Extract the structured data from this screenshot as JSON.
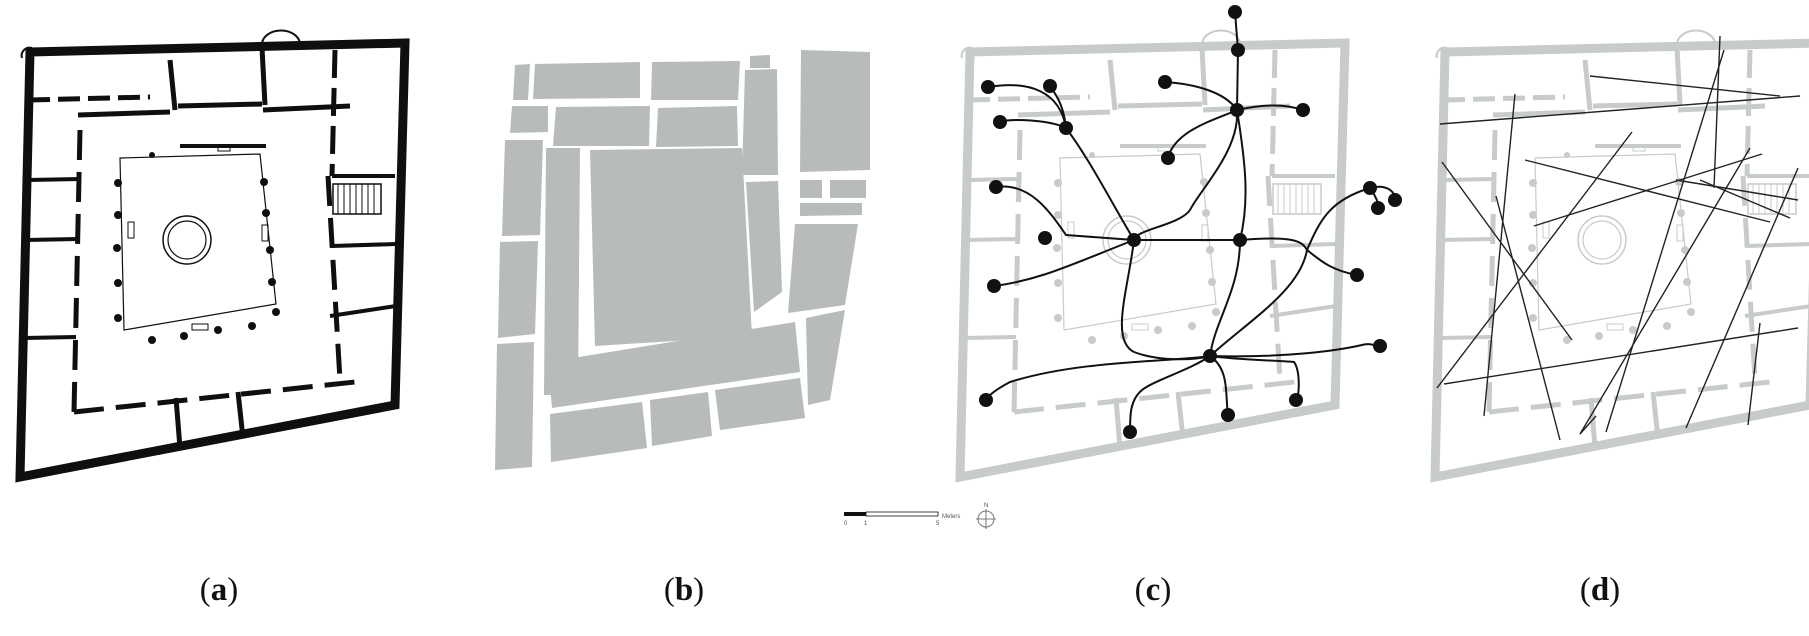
{
  "figure": {
    "panels": [
      {
        "id": "a",
        "letter": "a"
      },
      {
        "id": "b",
        "letter": "b"
      },
      {
        "id": "c",
        "letter": "c"
      },
      {
        "id": "d",
        "letter": "d"
      }
    ],
    "scale_bar": {
      "tick_labels": [
        "0",
        "1",
        "5"
      ],
      "unit": "Meters",
      "north_label": "N"
    }
  },
  "colors": {
    "wall_dark": "#0f0f0f",
    "wall_gray": "#c8cbcb",
    "block_gray": "#b7bbbb",
    "node": "#111111"
  }
}
